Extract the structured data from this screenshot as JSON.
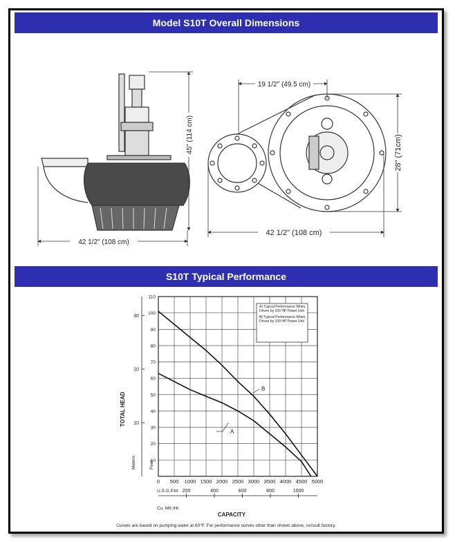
{
  "dimensions": {
    "title": "Model S10T Overall Dimensions",
    "side_width": "42 1/2\" (108 cm)",
    "side_height": "45\" (114 cm)",
    "top_width_partial": "19 1/2\" (49.5 cm)",
    "top_width": "42 1/2\" (108 cm)",
    "top_height": "28\" (71cm)"
  },
  "performance": {
    "title": "S10T Typical Performance",
    "footnote": "Curves are based on pumping water at 60°F. For performance curves other than shown above, consult factory."
  },
  "chart_data": {
    "type": "line",
    "title": "",
    "ylabel": "TOTAL HEAD",
    "xlabel": "CAPACITY",
    "y_unit_feet": "Feet",
    "y_unit_meters": "Meters",
    "x_unit_gpm": "U.S.G.P.M.",
    "x_unit_cum": "Cu. Mtr./Hr.",
    "xlim": [
      0,
      5000
    ],
    "ylim": [
      0,
      110
    ],
    "grid": true,
    "x_ticks": [
      0,
      500,
      1000,
      1500,
      2000,
      2500,
      3000,
      3500,
      4000,
      4500,
      5000
    ],
    "y_ticks": [
      10,
      20,
      30,
      40,
      50,
      60,
      70,
      80,
      90,
      100,
      110
    ],
    "meters_ticks": [
      10,
      20,
      30
    ],
    "cum_ticks": [
      200,
      400,
      600,
      800,
      1000
    ],
    "legend": {
      "placement": "top-right",
      "a_text": "A) Typical Performance When Driven by 100 HP Power Unit",
      "b_text": "B) Typical Performance When Driven by 150 HP Power Unit"
    },
    "series": [
      {
        "name": "A",
        "x": [
          0,
          500,
          1000,
          1500,
          2000,
          2500,
          3000,
          3500,
          4000,
          4500,
          4800
        ],
        "y": [
          63,
          58,
          53,
          49,
          45,
          40,
          34,
          26,
          18,
          9,
          0
        ]
      },
      {
        "name": "B",
        "x": [
          0,
          500,
          1000,
          1500,
          2000,
          2500,
          3000,
          3500,
          4000,
          4500,
          5000
        ],
        "y": [
          101,
          93,
          85,
          77,
          68,
          58,
          49,
          38,
          26,
          13,
          0
        ]
      }
    ]
  }
}
